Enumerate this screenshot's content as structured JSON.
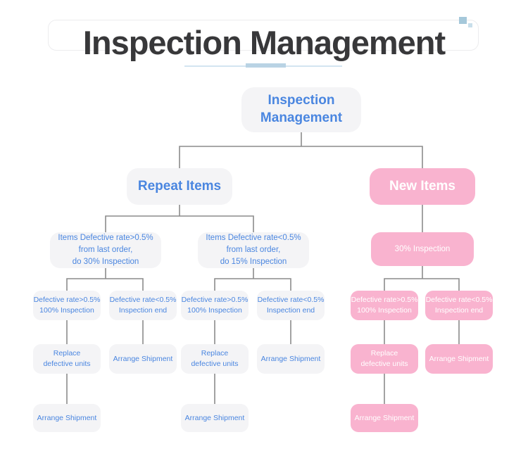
{
  "header": {
    "title": "Inspection Management"
  },
  "decor": {
    "squares": [
      {
        "name": "deco-square-large",
        "color": "#a5c8da"
      },
      {
        "name": "deco-square-small",
        "color": "#c9dfeb"
      }
    ],
    "underline_thin_color": "#d3e5f1",
    "underline_thick_color": "#b9d3e4"
  },
  "colors": {
    "accent_blue": "#4a86e0",
    "pink": "#f9b3cf",
    "node_gray": "#f4f4f6",
    "connector_gray": "#8c8c8c",
    "title_dark": "#38383a"
  },
  "flow": {
    "root": {
      "label": "Inspection\nManagement"
    },
    "repeat_items": {
      "label": "Repeat Items"
    },
    "new_items": {
      "label": "New Items"
    },
    "repeat_high": {
      "label": "Items Defective rate>0.5%\nfrom last order,\ndo 30% Inspection"
    },
    "repeat_low": {
      "label": "Items Defective rate<0.5%\nfrom last order,\ndo 15% Inspection"
    },
    "new_inspection": {
      "label": "30% Inspection"
    },
    "rh_defect_high": {
      "label": "Defective rate>0.5%\n100% Inspection"
    },
    "rh_defect_low": {
      "label": "Defective rate<0.5%\nInspection end"
    },
    "rh_replace": {
      "label": "Replace\ndefective units"
    },
    "rh_arrange": {
      "label": "Arrange Shipment"
    },
    "rh_final_arrange": {
      "label": "Arrange Shipment"
    },
    "rl_defect_high": {
      "label": "Defective rate>0.5%\n100% Inspection"
    },
    "rl_defect_low": {
      "label": "Defective rate<0.5%\nInspection end"
    },
    "rl_replace": {
      "label": "Replace\ndefective units"
    },
    "rl_arrange": {
      "label": "Arrange Shipment"
    },
    "rl_final_arrange": {
      "label": "Arrange Shipment"
    },
    "ni_defect_high": {
      "label": "Defective rate>0.5%\n100% Inspection"
    },
    "ni_defect_low": {
      "label": "Defective rate<0.5%\nInspection end"
    },
    "ni_replace": {
      "label": "Replace\ndefective units"
    },
    "ni_arrange": {
      "label": "Arrange Shipment"
    },
    "ni_final_arrange": {
      "label": "Arrange Shipment"
    }
  }
}
